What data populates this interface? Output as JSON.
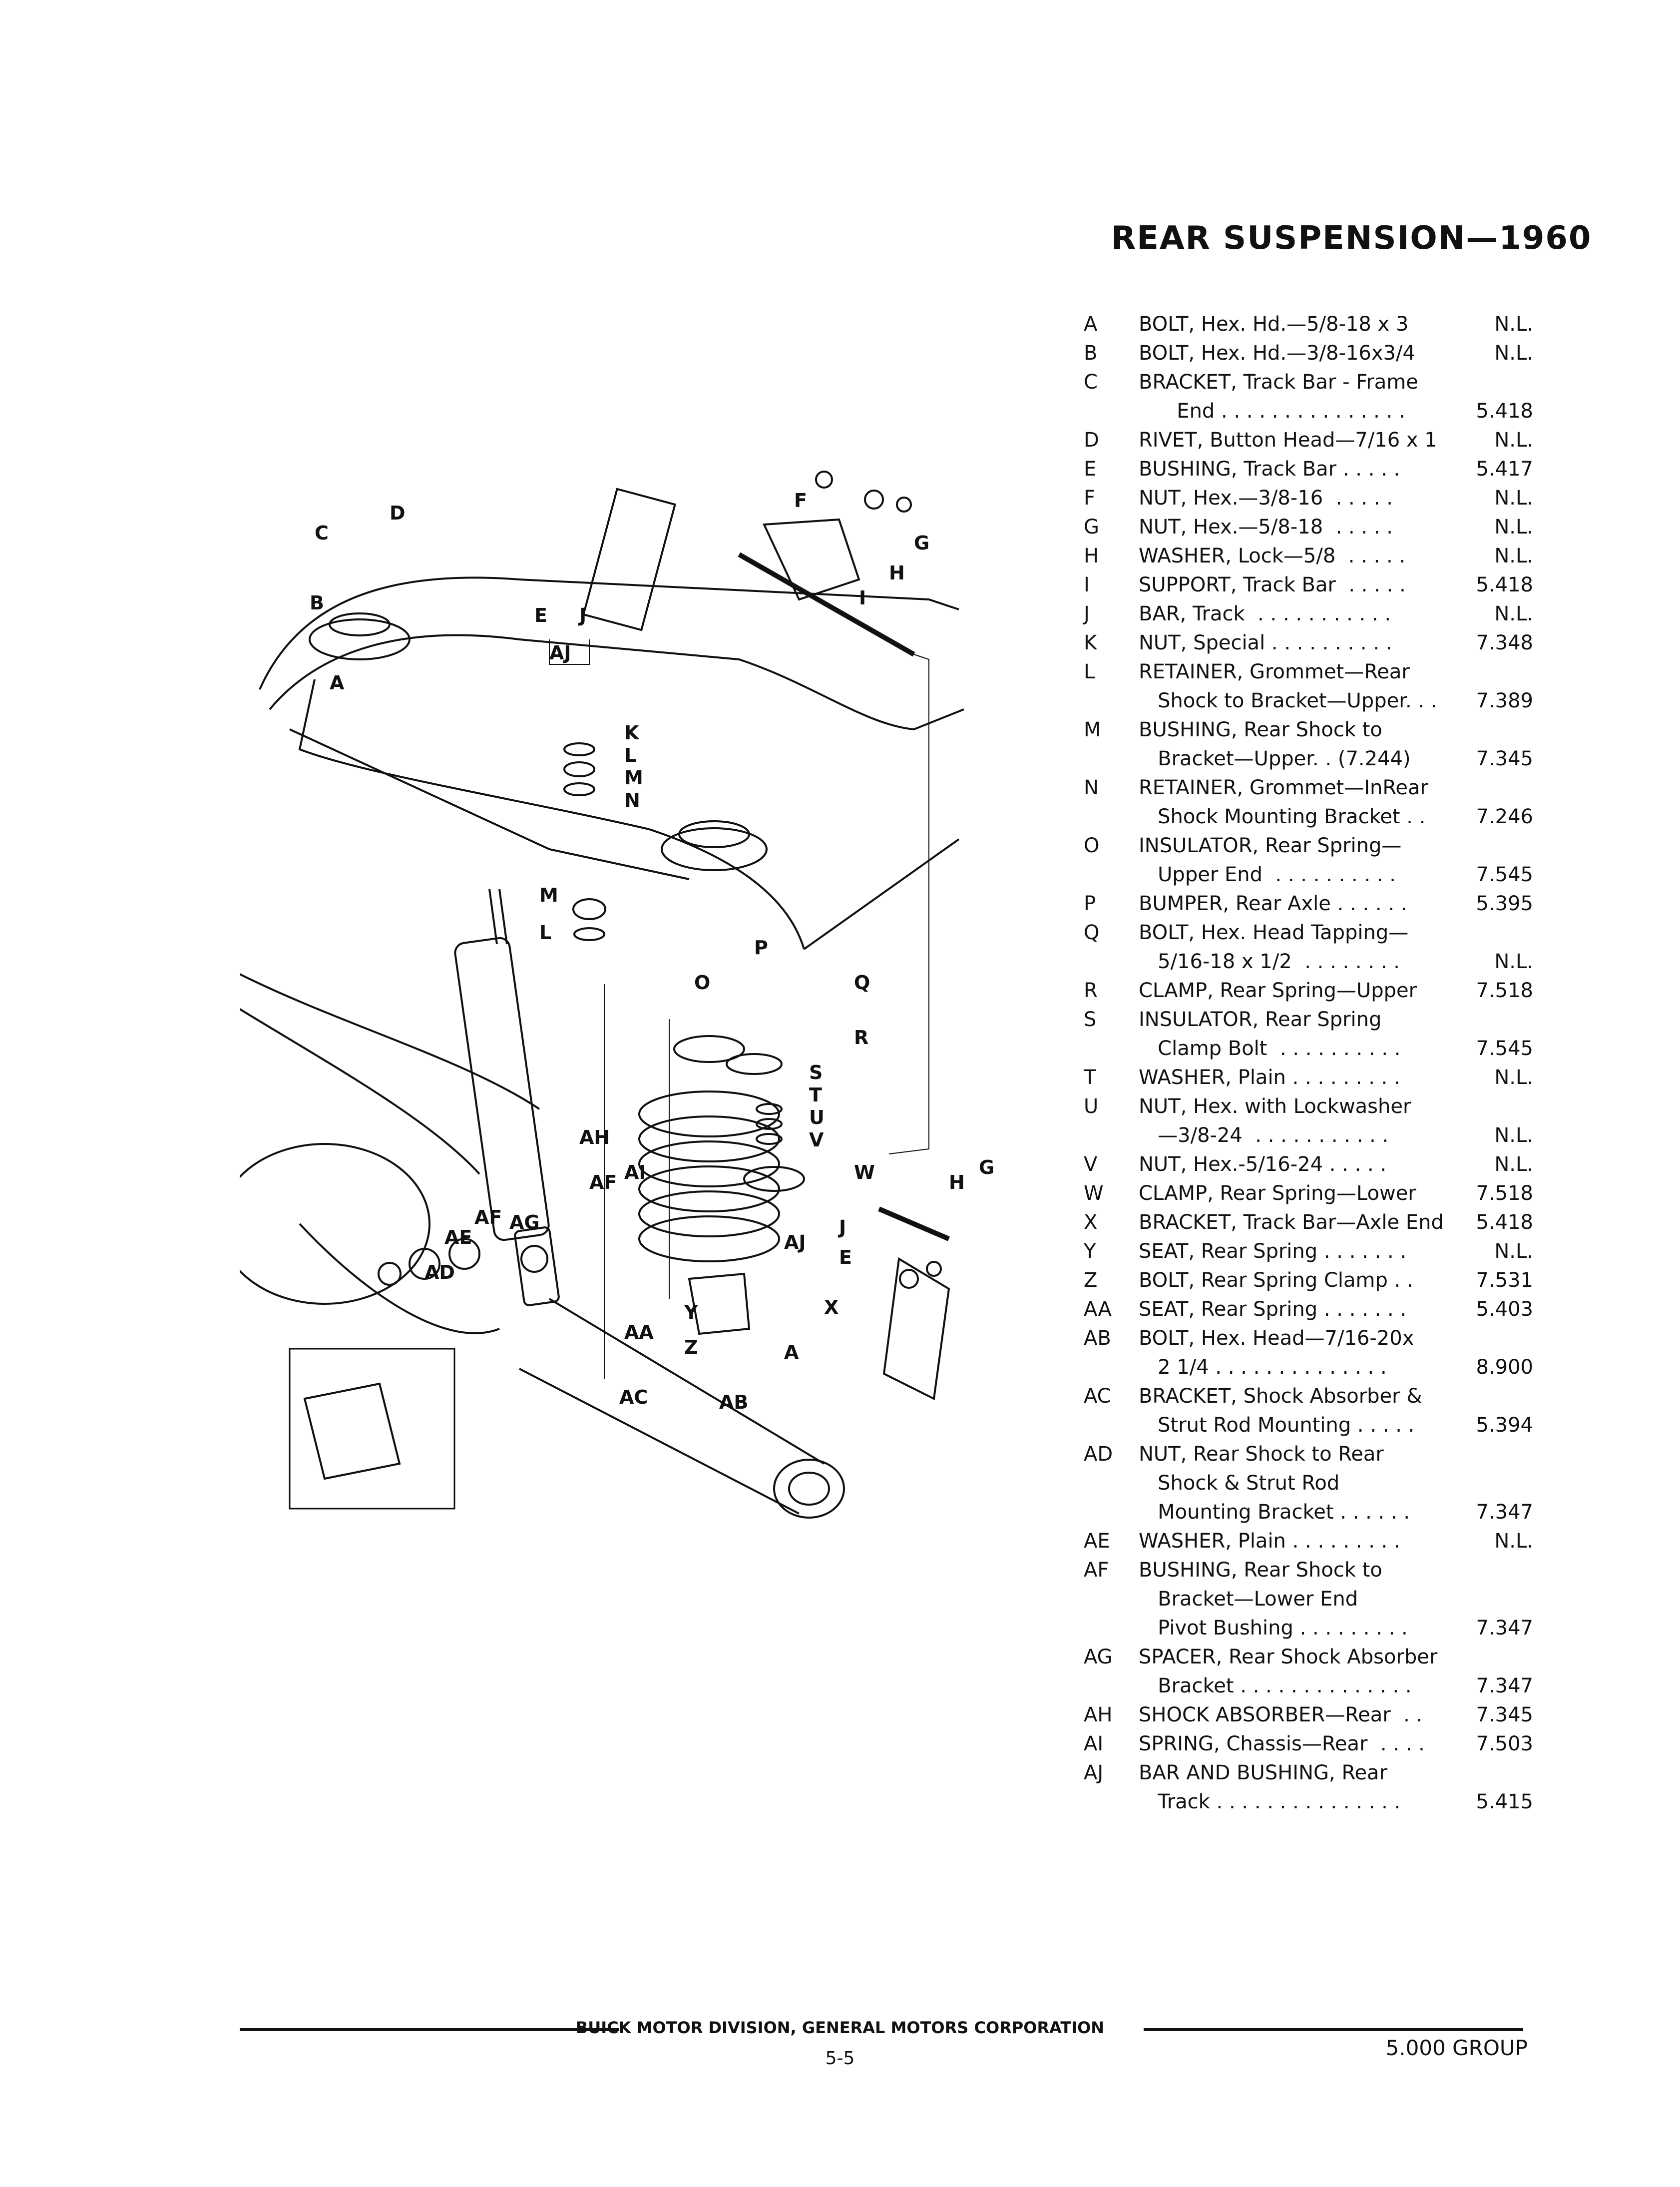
{
  "title": "REAR SUSPENSION—1960",
  "parts": [
    {
      "letter": "A",
      "lines": [
        {
          "text": "BOLT, Hex. Hd.—5/8-18 x 3",
          "ref": "N.L."
        }
      ]
    },
    {
      "letter": "B",
      "lines": [
        {
          "text": "BOLT, Hex. Hd.—3/8-16x3/4",
          "ref": "N.L."
        }
      ]
    },
    {
      "letter": "C",
      "lines": [
        {
          "text": "BRACKET, Track Bar - Frame",
          "ref": ""
        },
        {
          "text": "      End . . . . . . . . . . . . . . .",
          "ref": "5.418"
        }
      ]
    },
    {
      "letter": "D",
      "lines": [
        {
          "text": "RIVET, Button Head—7/16 x 1",
          "ref": "N.L."
        }
      ]
    },
    {
      "letter": "E",
      "lines": [
        {
          "text": "BUSHING, Track Bar . . . . .",
          "ref": "5.417"
        }
      ]
    },
    {
      "letter": "F",
      "lines": [
        {
          "text": "NUT, Hex.—3/8-16  . . . . .",
          "ref": "N.L."
        }
      ]
    },
    {
      "letter": "G",
      "lines": [
        {
          "text": "NUT, Hex.—5/8-18  . . . . .",
          "ref": "N.L."
        }
      ]
    },
    {
      "letter": "H",
      "lines": [
        {
          "text": "WASHER, Lock—5/8  . . . . .",
          "ref": "N.L."
        }
      ]
    },
    {
      "letter": "I",
      "lines": [
        {
          "text": "SUPPORT, Track Bar  . . . . .",
          "ref": "5.418"
        }
      ]
    },
    {
      "letter": "J",
      "lines": [
        {
          "text": "BAR, Track  . . . . . . . . . . .",
          "ref": "N.L."
        }
      ]
    },
    {
      "letter": "K",
      "lines": [
        {
          "text": "NUT, Special . . . . . . . . . .",
          "ref": "7.348"
        }
      ]
    },
    {
      "letter": "L",
      "lines": [
        {
          "text": "RETAINER, Grommet—Rear",
          "ref": ""
        },
        {
          "text": "   Shock to Bracket—Upper. . .",
          "ref": "7.389"
        }
      ]
    },
    {
      "letter": "M",
      "lines": [
        {
          "text": "BUSHING, Rear Shock to",
          "ref": ""
        },
        {
          "text": "   Bracket—Upper. . (7.244)",
          "ref": "7.345"
        }
      ]
    },
    {
      "letter": "N",
      "lines": [
        {
          "text": "RETAINER, Grommet—InRear",
          "ref": ""
        },
        {
          "text": "   Shock Mounting Bracket . .",
          "ref": "7.246"
        }
      ]
    },
    {
      "letter": "O",
      "lines": [
        {
          "text": "INSULATOR, Rear Spring—",
          "ref": ""
        },
        {
          "text": "   Upper End  . . . . . . . . . .",
          "ref": "7.545"
        }
      ]
    },
    {
      "letter": "P",
      "lines": [
        {
          "text": "BUMPER, Rear Axle . . . . . .",
          "ref": "5.395"
        }
      ]
    },
    {
      "letter": "Q",
      "lines": [
        {
          "text": "BOLT, Hex. Head Tapping—",
          "ref": ""
        },
        {
          "text": "   5/16-18 x 1/2  . . . . . . . .",
          "ref": "N.L."
        }
      ]
    },
    {
      "letter": "R",
      "lines": [
        {
          "text": "CLAMP, Rear Spring—Upper",
          "ref": "7.518"
        }
      ]
    },
    {
      "letter": "S",
      "lines": [
        {
          "text": "INSULATOR, Rear Spring",
          "ref": ""
        },
        {
          "text": "   Clamp Bolt  . . . . . . . . . .",
          "ref": "7.545"
        }
      ]
    },
    {
      "letter": "T",
      "lines": [
        {
          "text": "WASHER, Plain . . . . . . . . .",
          "ref": "N.L."
        }
      ]
    },
    {
      "letter": "U",
      "lines": [
        {
          "text": "NUT, Hex. with Lockwasher",
          "ref": ""
        },
        {
          "text": "   —3/8-24  . . . . . . . . . . .",
          "ref": "N.L."
        }
      ]
    },
    {
      "letter": "V",
      "lines": [
        {
          "text": "NUT, Hex.-5/16-24 . . . . .",
          "ref": "N.L."
        }
      ]
    },
    {
      "letter": "W",
      "lines": [
        {
          "text": "CLAMP, Rear Spring—Lower",
          "ref": "7.518"
        }
      ]
    },
    {
      "letter": "X",
      "lines": [
        {
          "text": "BRACKET, Track Bar—Axle End",
          "ref": "5.418"
        }
      ]
    },
    {
      "letter": "Y",
      "lines": [
        {
          "text": "SEAT, Rear Spring . . . . . . .",
          "ref": "N.L."
        }
      ]
    },
    {
      "letter": "Z",
      "lines": [
        {
          "text": "BOLT, Rear Spring Clamp . .",
          "ref": "7.531"
        }
      ]
    },
    {
      "letter": "AA",
      "lines": [
        {
          "text": "SEAT, Rear Spring . . . . . . .",
          "ref": "5.403"
        }
      ]
    },
    {
      "letter": "AB",
      "lines": [
        {
          "text": "BOLT, Hex. Head—7/16-20x",
          "ref": ""
        },
        {
          "text": "   2 1/4 . . . . . . . . . . . . . .",
          "ref": "8.900"
        }
      ]
    },
    {
      "letter": "AC",
      "lines": [
        {
          "text": "BRACKET, Shock Absorber &",
          "ref": ""
        },
        {
          "text": "   Strut Rod Mounting . . . . .",
          "ref": "5.394"
        }
      ]
    },
    {
      "letter": "AD",
      "lines": [
        {
          "text": "NUT, Rear Shock to Rear",
          "ref": ""
        },
        {
          "text": "   Shock & Strut Rod",
          "ref": ""
        },
        {
          "text": "   Mounting Bracket . . . . . .",
          "ref": "7.347"
        }
      ]
    },
    {
      "letter": "AE",
      "lines": [
        {
          "text": "WASHER, Plain . . . . . . . . .",
          "ref": "N.L."
        }
      ]
    },
    {
      "letter": "AF",
      "lines": [
        {
          "text": "BUSHING, Rear Shock to",
          "ref": ""
        },
        {
          "text": "   Bracket—Lower End",
          "ref": ""
        },
        {
          "text": "   Pivot Bushing . . . . . . . . .",
          "ref": "7.347"
        }
      ]
    },
    {
      "letter": "AG",
      "lines": [
        {
          "text": "SPACER, Rear Shock Absorber",
          "ref": ""
        },
        {
          "text": "   Bracket . . . . . . . . . . . . . .",
          "ref": "7.347"
        }
      ]
    },
    {
      "letter": "AH",
      "lines": [
        {
          "text": "SHOCK ABSORBER—Rear  . .",
          "ref": "7.345"
        }
      ]
    },
    {
      "letter": "AI",
      "lines": [
        {
          "text": "SPRING, Chassis—Rear  . . . .",
          "ref": "7.503"
        }
      ]
    },
    {
      "letter": "AJ",
      "lines": [
        {
          "text": "BAR AND BUSHING, Rear",
          "ref": ""
        },
        {
          "text": "   Track . . . . . . . . . . . . . . .",
          "ref": "5.415"
        }
      ]
    }
  ],
  "callouts": {
    "D": "D",
    "C": "C",
    "B": "B",
    "A": "A",
    "E": "E",
    "J": "J",
    "AJ": "AJ",
    "F": "F",
    "G": "G",
    "H": "H",
    "I": "I",
    "K": "K",
    "L": "L",
    "M": "M",
    "N": "N",
    "M2": "M",
    "L2": "L",
    "P": "P",
    "O": "O",
    "Q": "Q",
    "R": "R",
    "S": "S",
    "T": "T",
    "U": "U",
    "V": "V",
    "W": "W",
    "AH": "AH",
    "AI": "AI",
    "AF": "AF",
    "AG": "AG",
    "AF2": "AF",
    "AE": "AE",
    "AD": "AD",
    "H2": "H",
    "G2": "G",
    "AJ2": "AJ",
    "J2": "J",
    "E2": "E",
    "X": "X",
    "Y": "Y",
    "Z": "Z",
    "AA": "AA",
    "A2": "A",
    "AC": "AC",
    "AB": "AB"
  },
  "footer": {
    "company": "BUICK MOTOR DIVISION, GENERAL MOTORS CORPORATION",
    "page": "5-5",
    "group": "5.000 GROUP"
  }
}
